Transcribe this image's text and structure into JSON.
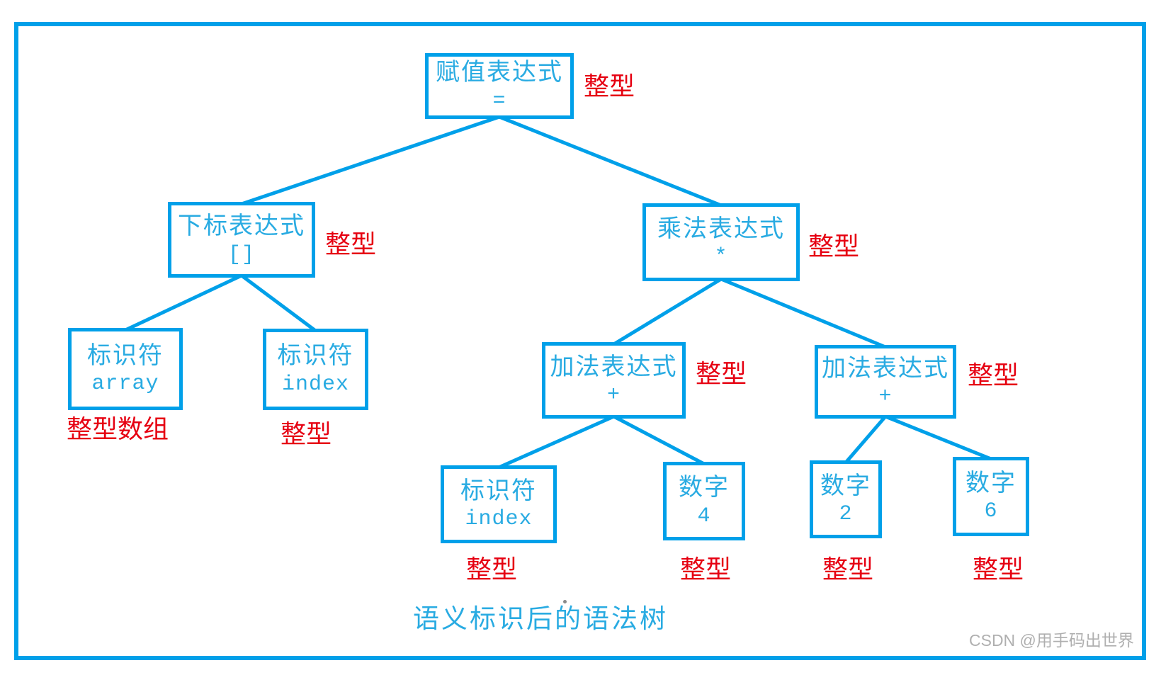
{
  "diagram": {
    "caption": "语义标识后的语法树",
    "watermark": "CSDN @用手码出世界"
  },
  "colors": {
    "box_and_line_blue": "#00A0E9",
    "node_text_blue": "#29ABE2",
    "annotation_red": "#E60012",
    "watermark_gray": "#9C9C9C",
    "background": "#FFFFFF"
  },
  "nodes": [
    {
      "id": "assign",
      "title": "赋值表达式",
      "symbol": "=",
      "type": "整型"
    },
    {
      "id": "subscript",
      "title": "下标表达式",
      "symbol": "[]",
      "type": "整型"
    },
    {
      "id": "multiply",
      "title": "乘法表达式",
      "symbol": "*",
      "type": "整型"
    },
    {
      "id": "id_array",
      "title": "标识符",
      "symbol": "array",
      "type": "整型数组"
    },
    {
      "id": "id_index",
      "title": "标识符",
      "symbol": "index",
      "type": "整型"
    },
    {
      "id": "add_left",
      "title": "加法表达式",
      "symbol": "+",
      "type": "整型"
    },
    {
      "id": "add_right",
      "title": "加法表达式",
      "symbol": "+",
      "type": "整型"
    },
    {
      "id": "id_index2",
      "title": "标识符",
      "symbol": "index",
      "type": "整型"
    },
    {
      "id": "num4",
      "title": "数字",
      "symbol": "4",
      "type": "整型"
    },
    {
      "id": "num2",
      "title": "数字",
      "symbol": "2",
      "type": "整型"
    },
    {
      "id": "num6",
      "title": "数字",
      "symbol": "6",
      "type": "整型"
    }
  ],
  "edges": [
    [
      "assign",
      "subscript"
    ],
    [
      "assign",
      "multiply"
    ],
    [
      "subscript",
      "id_array"
    ],
    [
      "subscript",
      "id_index"
    ],
    [
      "multiply",
      "add_left"
    ],
    [
      "multiply",
      "add_right"
    ],
    [
      "add_left",
      "id_index2"
    ],
    [
      "add_left",
      "num4"
    ],
    [
      "add_right",
      "num2"
    ],
    [
      "add_right",
      "num6"
    ]
  ]
}
